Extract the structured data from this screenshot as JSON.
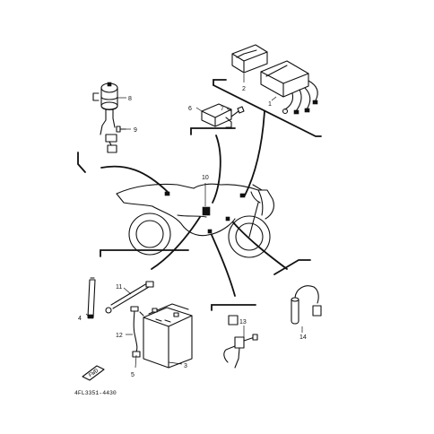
{
  "diagram": {
    "callouts": {
      "c1": "1",
      "c2": "2",
      "c3": "3",
      "c4": "4",
      "c5": "5",
      "c6": "6",
      "c7": "7",
      "c8": "8",
      "c9": "9",
      "c10": "10",
      "c11": "11",
      "c12": "12",
      "c13": "13",
      "c14": "14"
    },
    "drawing_code": "4FL3351-4430",
    "front_badge": "FWD"
  }
}
